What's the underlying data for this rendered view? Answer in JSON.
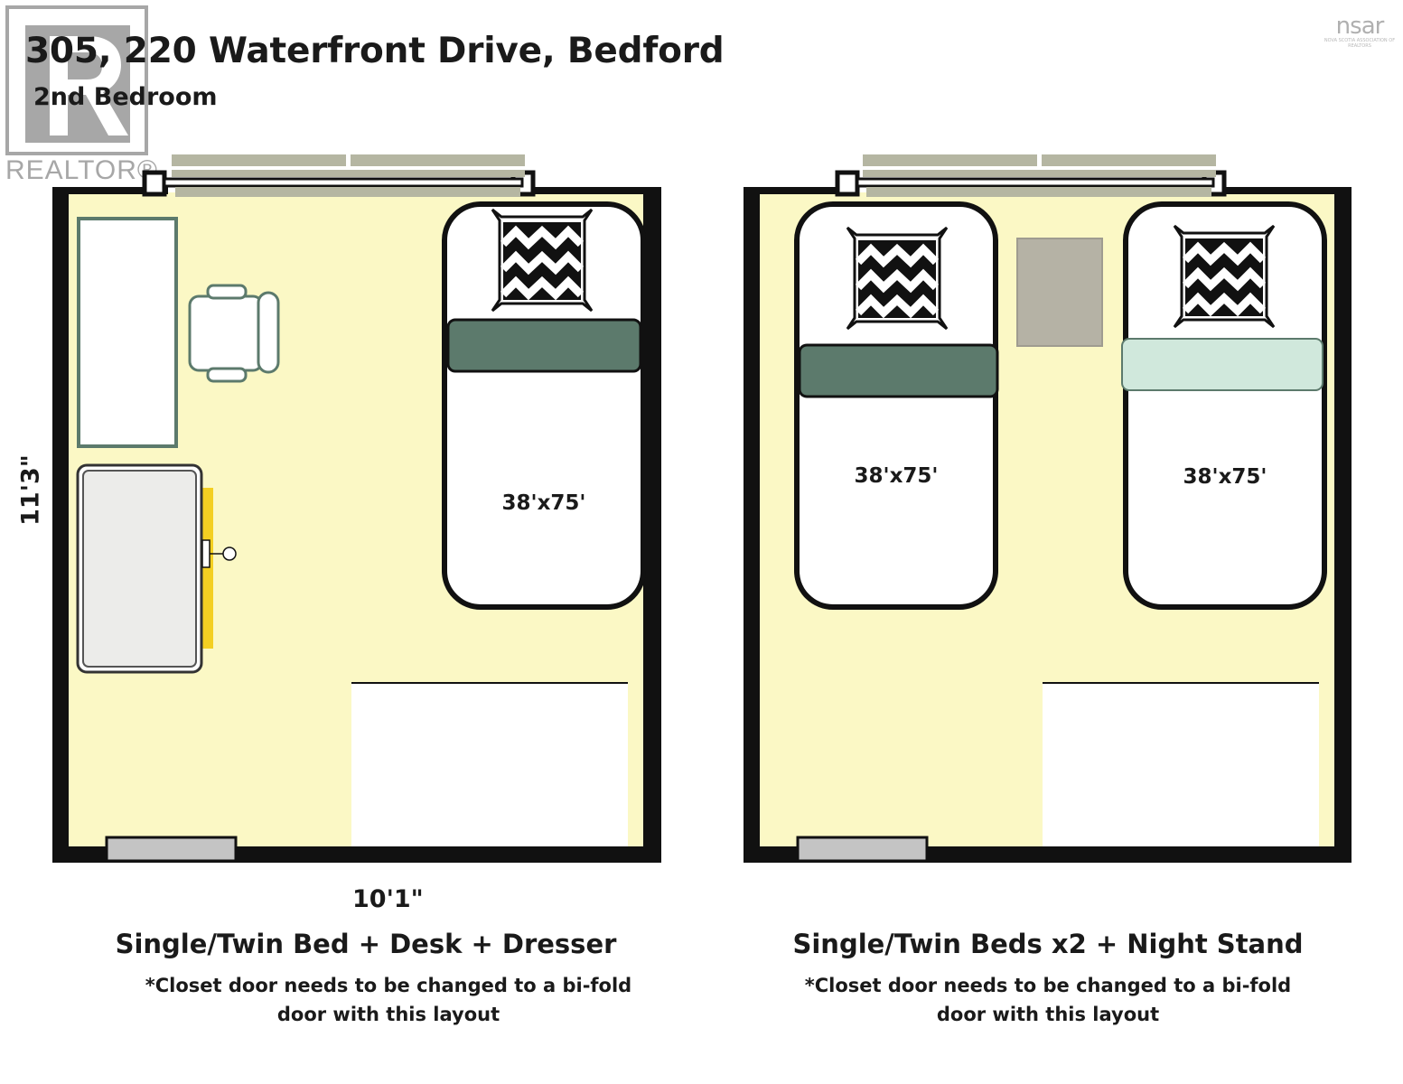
{
  "header": {
    "title": "305, 220 Waterfront Drive, Bedford",
    "subtitle": "2nd Bedroom"
  },
  "logos": {
    "realtor": "REALTOR®",
    "nsar": "nsar",
    "nsar_sub": "NOVA SCOTIA ASSOCIATION OF REALTORS"
  },
  "dimensions": {
    "width": "10'1\"",
    "height": "11'3\""
  },
  "layouts": [
    {
      "caption": "Single/Twin Bed + Desk + Dresser",
      "note_line1": "*Closet door needs to be changed to a bi-fold",
      "note_line2": "door with this layout",
      "beds": [
        "38'x75'"
      ]
    },
    {
      "caption": "Single/Twin Beds x2 + Night Stand",
      "note_line1": "*Closet door needs to be changed to a bi-fold",
      "note_line2": "door with this layout",
      "beds": [
        "38'x75'",
        "38'x75'"
      ]
    }
  ],
  "colors": {
    "floor": "#fbf8c5",
    "wall": "#111111",
    "blanket_dark": "#5c7a6c",
    "blanket_light": "#d0e8dc",
    "window": "#b5b6a2",
    "desk_yellow": "#f3cf22",
    "nightstand": "#b5b2a5"
  }
}
